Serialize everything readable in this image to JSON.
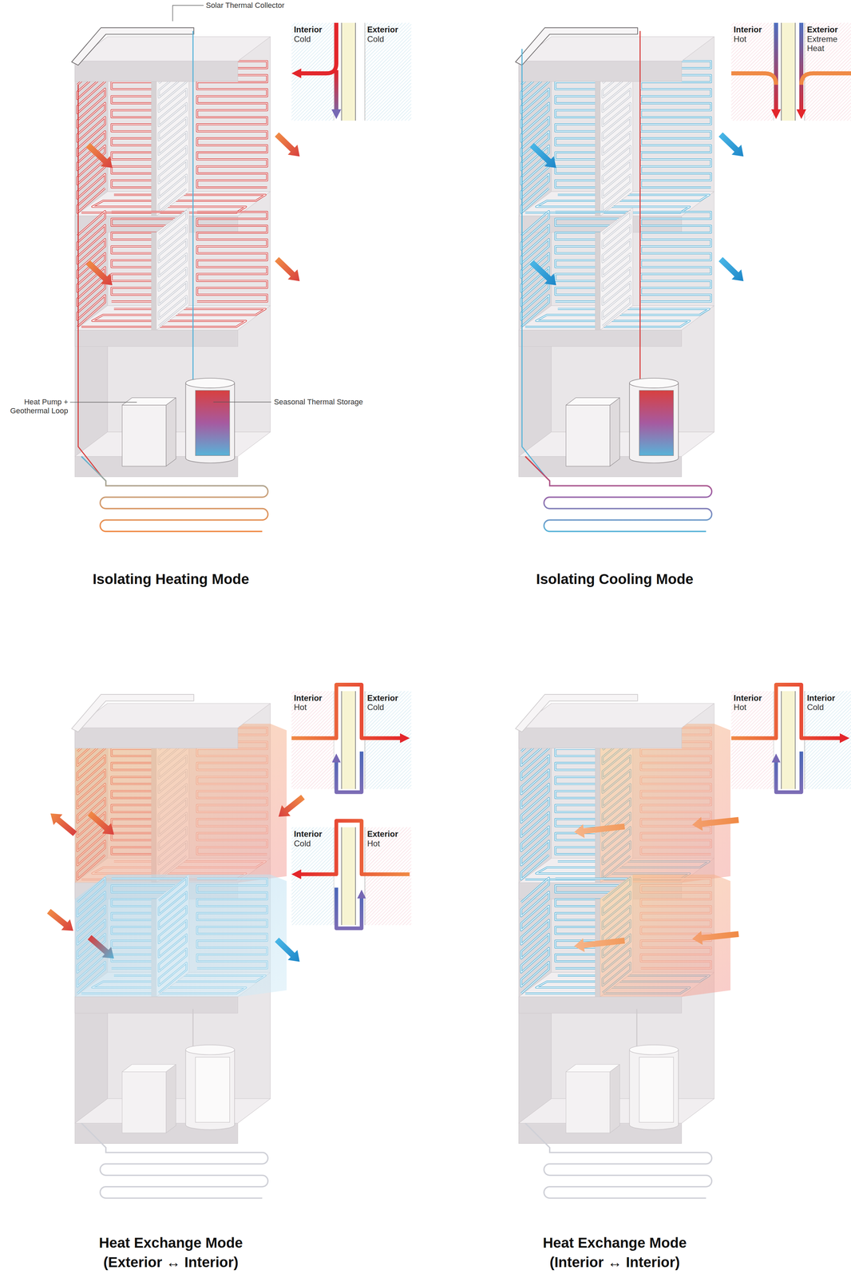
{
  "diagram": {
    "nodes": [
      {
        "text": [
          "Interior",
          "Cold"
        ]
      },
      {
        "text": [
          "Exterior",
          "Cold"
        ]
      },
      {
        "text": [
          "Interior",
          "Hot"
        ]
      },
      {
        "text": [
          "Exterior",
          "Extreme Heat"
        ]
      },
      {
        "text": [
          "Interior",
          "Hot"
        ]
      },
      {
        "text": [
          "Exterior",
          "Cold"
        ]
      },
      {
        "text": [
          "Interior",
          "Cold"
        ]
      },
      {
        "text": [
          "Exterior",
          "Hot"
        ]
      },
      {
        "text": [
          "Interior",
          "Hot"
        ]
      },
      {
        "text": [
          "Interior",
          "Cold"
        ]
      }
    ],
    "edges": [
      {
        "from": 4,
        "to": 5,
        "arrow": "to"
      },
      {
        "from": 7,
        "to": 6,
        "arrow": "to"
      },
      {
        "from": 8,
        "to": 9,
        "arrow": "to"
      }
    ],
    "labels": [
      "Solar Thermal Collector",
      "Heat Pump + Geothermal Loop",
      "Seasonal Thermal Storage",
      "Isolating Heating Mode",
      "Isolating Cooling Mode",
      "Heat Exchange Mode (Exterior ↔ Interior)",
      "Heat Exchange Mode (Interior ↔ Interior)"
    ]
  }
}
